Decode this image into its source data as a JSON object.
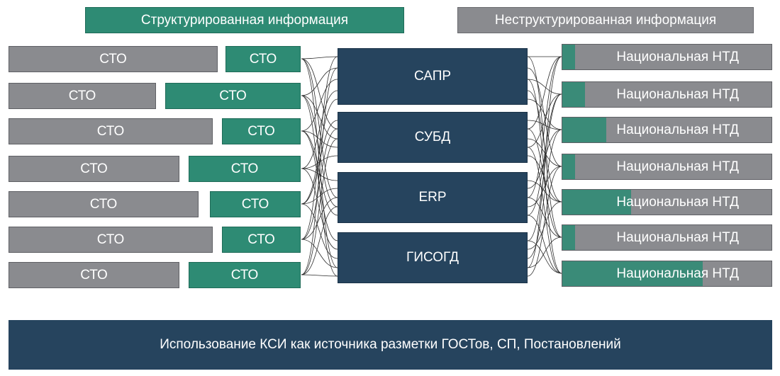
{
  "headers": {
    "structured": "Структурированная информация",
    "unstructured": "Неструктурированная информация"
  },
  "sto_rows": [
    {
      "gray": "СТО",
      "green": "СТО"
    },
    {
      "gray": "СТО",
      "green": "СТО"
    },
    {
      "gray": "СТО",
      "green": "СТО"
    },
    {
      "gray": "СТО",
      "green": "СТО"
    },
    {
      "gray": "СТО",
      "green": "СТО"
    },
    {
      "gray": "СТО",
      "green": "СТО"
    },
    {
      "gray": "СТО",
      "green": "СТО"
    }
  ],
  "systems": [
    "САПР",
    "СУБД",
    "ERP",
    "ГИСОГД"
  ],
  "ntd_rows": [
    {
      "label": "Национальная НТД",
      "fill_fraction": 0.06
    },
    {
      "label": "Национальная НТД",
      "fill_fraction": 0.11
    },
    {
      "label": "Национальная НТД",
      "fill_fraction": 0.21
    },
    {
      "label": "Национальная НТД",
      "fill_fraction": 0.06
    },
    {
      "label": "Национальная НТД",
      "fill_fraction": 0.33
    },
    {
      "label": "Национальная НТД",
      "fill_fraction": 0.06
    },
    {
      "label": "Национальная НТД",
      "fill_fraction": 0.67
    }
  ],
  "banner": "Использование КСИ как источника разметки ГОСТов, СП, Постановлений",
  "colors": {
    "green": "#2e8b74",
    "gray": "#8a8b8f",
    "navy": "#26445e"
  }
}
